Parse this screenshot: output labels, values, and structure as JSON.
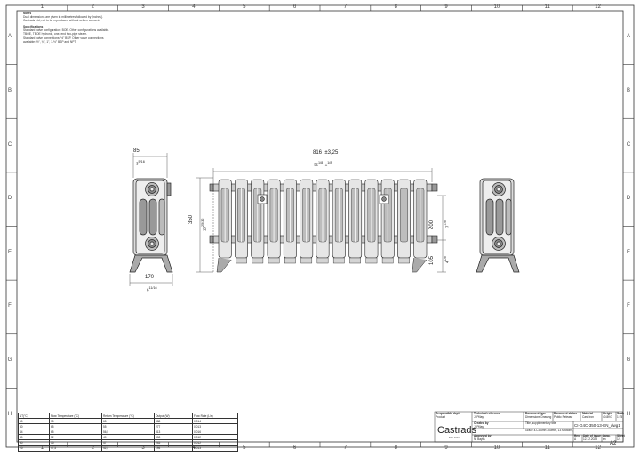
{
  "zones": {
    "columns": [
      "1",
      "2",
      "3",
      "4",
      "5",
      "6",
      "7",
      "8",
      "9",
      "10",
      "11",
      "12"
    ],
    "rows": [
      "A",
      "B",
      "C",
      "D",
      "E",
      "F",
      "G",
      "H"
    ]
  },
  "notes": {
    "heading1": "Notes",
    "line1": "Dual dimensions are given in millimetres followed by [inches].",
    "line2": "Castrads Ltd, not to be reproduced without written consent.",
    "heading2": "Specifications",
    "line3": "Standard valve configuration: BOE. Other configurations available.",
    "line4": "TBOE, TBOE hydronic, one- end two-pipe steam.",
    "line5": "Standard valve connections: ½\" BSP. Other valve connections",
    "line6": "available: ½\", ¾\", 1\", 1-½\" BSP and NPT"
  },
  "dimensions": {
    "depth_top_mm": "85",
    "depth_top_in": "3",
    "depth_top_in_frac": "5/16",
    "width_mm": "816",
    "width_tol": "±3,25",
    "width_in": "32",
    "width_in_frac1": "1/8",
    "width_in_frac2": "1/8",
    "height_mm": "350",
    "height_in": "13",
    "height_in_frac": "25/32",
    "centres_mm": "200",
    "centres_in": "7",
    "centres_in_frac": "7/8",
    "floor_mm": "105",
    "floor_in": "4",
    "floor_in_frac": "1/8",
    "foot_mm": "170",
    "foot_in": "6",
    "foot_in_frac": "11/16"
  },
  "output_table": {
    "headers": [
      "ΔT(°C)",
      "Flow Temperature (°C)",
      "Return Temperature (°C)",
      "Output (W)",
      "Flow Rate (L/s)"
    ],
    "rows": [
      [
        "50",
        "75",
        "65",
        "388",
        "0,014"
      ],
      [
        "40",
        "65",
        "55",
        "277",
        "0,013"
      ],
      [
        "44",
        "65",
        "56,5",
        "313",
        "0,016"
      ],
      [
        "40",
        "52",
        "40",
        "308",
        "0,012"
      ],
      [
        "30",
        "55",
        "47",
        "245",
        "0,012"
      ],
      [
        "25",
        "47,5",
        "42,5",
        "194",
        "0,013"
      ]
    ]
  },
  "title_block": {
    "responsible_dept_label": "Responsible dept.",
    "responsible_dept": "Product",
    "technical_ref_label": "Technical reference",
    "technical_ref": "J. Pillay",
    "document_type_label": "Document type",
    "document_type": "Dimensions Drawing",
    "document_status_label": "Document status",
    "document_status": "Public Release",
    "material_label": "Material",
    "material": "Cast Iron",
    "weight_label": "Weight",
    "weight": "40.8KG",
    "scale_label": "Scale",
    "scale": "1:75",
    "created_by_label": "Created by",
    "created_by": "J. Pillay",
    "title_label": "Title, supplementary title",
    "title": "Grace 4-Column 350mm, 13 sections,",
    "drawing_no": "CI-G4C-350-13-EN_dwg1",
    "approved_by_label": "Approved by",
    "approved_by": "N. Baylis",
    "rev_label": "Rev.",
    "rev": "A",
    "date_label": "Date of issue",
    "date": "12.12.2023",
    "lang_label": "Lang.",
    "lang": "en",
    "sheet_label": "Sheet",
    "sheet": "1/1",
    "paper_size": "A2",
    "logo": "Castrads",
    "logo_sub": "EST. 2004"
  }
}
